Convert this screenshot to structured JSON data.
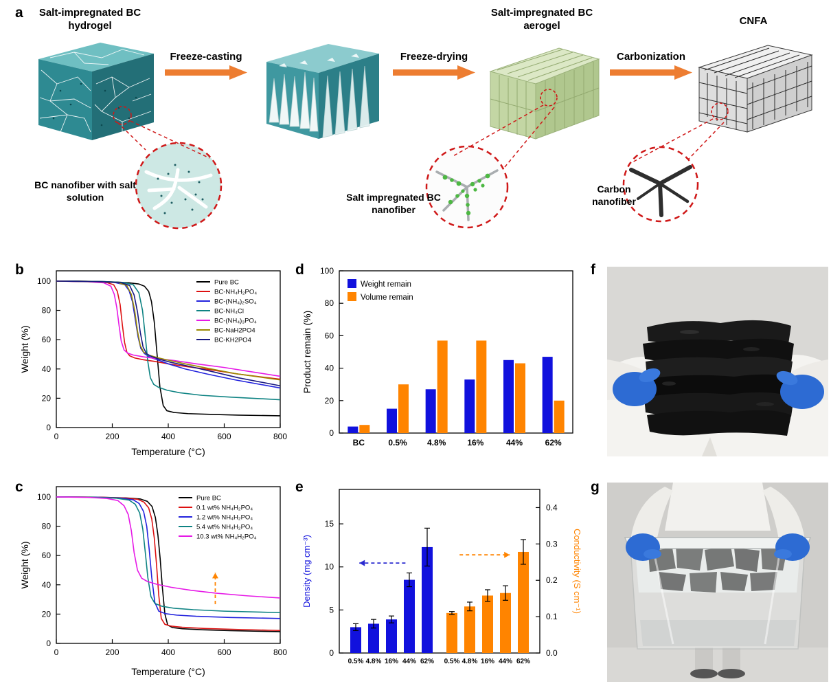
{
  "panel_a": {
    "label": "a",
    "titles": {
      "hydrogel": "Salt-impregnated BC hydrogel",
      "aerogel": "Salt-impregnated BC aerogel",
      "cnfa": "CNFA"
    },
    "arrows": {
      "freeze_casting": "Freeze-casting",
      "freeze_drying": "Freeze-drying",
      "carbonization": "Carbonization"
    },
    "insets": {
      "hydrogel": "BC nanofiber with salt solution",
      "aerogel": "Salt impregnated BC nanofiber",
      "cnfa": "Carbon nanofiber"
    }
  },
  "panel_labels": {
    "b": "b",
    "c": "c",
    "d": "d",
    "e": "e",
    "f": "f",
    "g": "g"
  },
  "chart_data": [
    {
      "id": "b",
      "type": "line",
      "title": "",
      "xlabel": "Temperature (°C)",
      "ylabel": "Weight (%)",
      "xlim": [
        0,
        800
      ],
      "ylim": [
        0,
        107
      ],
      "xticks": [
        0,
        200,
        400,
        600,
        800
      ],
      "yticks": [
        0,
        20,
        40,
        60,
        80,
        100
      ],
      "legend_position": "top-right",
      "series": [
        {
          "name": "Pure BC",
          "color": "#000000",
          "x": [
            0,
            80,
            160,
            220,
            260,
            295,
            315,
            330,
            340,
            350,
            360,
            370,
            382,
            395,
            420,
            470,
            550,
            650,
            800
          ],
          "y": [
            100,
            100,
            99.7,
            99.3,
            98.8,
            98,
            96.5,
            93,
            86,
            72,
            50,
            28,
            15,
            11.5,
            10.3,
            9.5,
            9,
            8.5,
            8
          ]
        },
        {
          "name": "BC-NH₄H₂PO₄",
          "color": "#dd1111",
          "x": [
            0,
            120,
            180,
            205,
            218,
            228,
            236,
            244,
            252,
            262,
            280,
            310,
            350,
            400,
            470,
            550,
            650,
            800
          ],
          "y": [
            100,
            99.6,
            99,
            97.5,
            93,
            84,
            70,
            58,
            51.5,
            49,
            47.5,
            46.3,
            45.2,
            43.5,
            41.5,
            39.5,
            36.5,
            33
          ]
        },
        {
          "name": "BC-(NH₄)₂SO₄",
          "color": "#2222dd",
          "x": [
            0,
            150,
            210,
            245,
            260,
            272,
            282,
            292,
            302,
            315,
            335,
            365,
            400,
            460,
            540,
            640,
            800
          ],
          "y": [
            100,
            99.6,
            99,
            97.5,
            93.5,
            86,
            74,
            62,
            54,
            50.5,
            48,
            46,
            43.5,
            40,
            36.5,
            32.5,
            27
          ]
        },
        {
          "name": "BC-NH₄Cl",
          "color": "#0e8383",
          "x": [
            0,
            170,
            240,
            275,
            295,
            308,
            318,
            327,
            336,
            348,
            365,
            395,
            440,
            520,
            620,
            800
          ],
          "y": [
            100,
            99.7,
            99,
            97.5,
            92,
            80,
            62,
            45,
            34,
            29.5,
            27.5,
            25.5,
            23.8,
            22,
            20.8,
            19
          ]
        },
        {
          "name": "BC-(NH₄)₃PO₄",
          "color": "#e619e6",
          "x": [
            0,
            110,
            170,
            195,
            207,
            216,
            224,
            232,
            242,
            255,
            275,
            310,
            360,
            420,
            500,
            600,
            700,
            800
          ],
          "y": [
            100,
            99.6,
            98.8,
            96.5,
            91,
            82,
            70,
            59,
            53,
            50.8,
            49.5,
            48.3,
            47,
            45.8,
            43.5,
            41,
            38,
            35
          ]
        },
        {
          "name": "BC-NaH2PO4",
          "color": "#9a8a00",
          "x": [
            0,
            150,
            220,
            252,
            268,
            280,
            290,
            300,
            312,
            330,
            360,
            400,
            460,
            540,
            640,
            800
          ],
          "y": [
            100,
            99.6,
            99,
            97,
            91,
            80,
            66,
            56,
            51.5,
            49.5,
            47.8,
            46,
            43.5,
            40.5,
            36.8,
            32.5
          ]
        },
        {
          "name": "BC-KH2PO4",
          "color": "#191980",
          "x": [
            0,
            160,
            230,
            262,
            278,
            290,
            300,
            310,
            322,
            340,
            370,
            410,
            470,
            550,
            650,
            800
          ],
          "y": [
            100,
            99.6,
            99,
            97,
            90.5,
            79,
            65,
            55,
            50.5,
            48.5,
            46.5,
            44.5,
            42,
            38.5,
            34,
            28.5
          ]
        }
      ]
    },
    {
      "id": "c",
      "type": "line",
      "title": "",
      "xlabel": "Temperature (°C)",
      "ylabel": "Weight (%)",
      "xlim": [
        0,
        800
      ],
      "ylim": [
        0,
        107
      ],
      "xticks": [
        0,
        200,
        400,
        600,
        800
      ],
      "yticks": [
        0,
        20,
        40,
        60,
        80,
        100
      ],
      "legend_position": "top-right",
      "series": [
        {
          "name": "Pure BC",
          "color": "#000000",
          "x": [
            0,
            150,
            250,
            300,
            325,
            342,
            354,
            363,
            371,
            379,
            388,
            398,
            415,
            450,
            520,
            620,
            800
          ],
          "y": [
            100,
            99.8,
            99.3,
            98.6,
            97,
            93.5,
            86,
            74,
            58,
            38,
            20,
            12.5,
            10.8,
            10,
            9.3,
            8.7,
            8
          ]
        },
        {
          "name": "0.1 wt% NH₄H₂PO₄",
          "color": "#dd1111",
          "x": [
            0,
            150,
            240,
            290,
            313,
            330,
            341,
            350,
            358,
            366,
            375,
            388,
            410,
            450,
            530,
            650,
            800
          ],
          "y": [
            100,
            99.8,
            99.3,
            98.4,
            96.5,
            92.5,
            85,
            72,
            54,
            33,
            17,
            13,
            11.8,
            11,
            10.2,
            9.5,
            8.8
          ]
        },
        {
          "name": "1.2 wt% NH₄H₂PO₄",
          "color": "#2222dd",
          "x": [
            0,
            140,
            230,
            275,
            296,
            312,
            323,
            332,
            341,
            352,
            366,
            390,
            430,
            500,
            620,
            800
          ],
          "y": [
            100,
            99.8,
            99.2,
            98,
            95.5,
            90,
            80,
            64,
            45,
            28,
            22,
            20.3,
            19.3,
            18.5,
            17.7,
            17
          ]
        },
        {
          "name": "5.4 wt% NH₄H₂PO₄",
          "color": "#0e8383",
          "x": [
            0,
            130,
            215,
            260,
            282,
            298,
            309,
            318,
            327,
            338,
            352,
            378,
            420,
            490,
            600,
            800
          ],
          "y": [
            100,
            99.8,
            99.1,
            97.8,
            95,
            89,
            78,
            62,
            45,
            32,
            27.3,
            25.3,
            24,
            23,
            22,
            21
          ]
        },
        {
          "name": "10.3 wt% NH₄H₂PO₄",
          "color": "#e619e6",
          "x": [
            0,
            110,
            180,
            220,
            242,
            257,
            268,
            278,
            290,
            305,
            325,
            360,
            410,
            480,
            570,
            680,
            800
          ],
          "y": [
            100,
            99.7,
            99,
            97.5,
            94,
            88,
            77,
            62,
            50,
            44.5,
            42.3,
            40.3,
            38.3,
            36.3,
            34.3,
            32.5,
            31
          ]
        }
      ],
      "annotations": [
        {
          "x1": 0.71,
          "y1": 0.75,
          "x2": 0.71,
          "y2": 0.55,
          "color": "#ff8400"
        }
      ]
    },
    {
      "id": "d",
      "type": "grouped_bar",
      "title": "",
      "xlabel": "",
      "ylabel": "Product remain (%)",
      "categories": [
        "BC",
        "0.5%",
        "4.8%",
        "16%",
        "44%",
        "62%"
      ],
      "ylim": [
        0,
        100
      ],
      "yticks": [
        0,
        20,
        40,
        60,
        80,
        100
      ],
      "legend_position": "top-left",
      "series": [
        {
          "name": "Weight remain",
          "color": "#1111dd",
          "values": [
            4,
            15,
            27,
            33,
            45,
            47
          ]
        },
        {
          "name": "Volume remain",
          "color": "#ff8400",
          "values": [
            5,
            30,
            57,
            57,
            43,
            20
          ]
        }
      ]
    },
    {
      "id": "e",
      "type": "dual_bar",
      "title": "",
      "categories": [
        "0.5%",
        "4.8%",
        "16%",
        "44%",
        "62%"
      ],
      "left": {
        "label": "Density (mg cm⁻³)",
        "color": "#1111dd",
        "lim": [
          0,
          19
        ],
        "ticks": [
          0,
          5,
          10,
          15
        ],
        "values": [
          3.0,
          3.4,
          3.9,
          8.5,
          12.3
        ],
        "errors": [
          0.4,
          0.5,
          0.4,
          0.8,
          2.2
        ]
      },
      "right": {
        "label": "Conductivity (S cm⁻¹)",
        "color": "#ff8400",
        "lim": [
          0,
          0.45
        ],
        "ticks": [
          0.0,
          0.1,
          0.2,
          0.3,
          0.4
        ],
        "values": [
          0.11,
          0.128,
          0.158,
          0.165,
          0.278
        ],
        "errors": [
          0.004,
          0.012,
          0.016,
          0.02,
          0.034
        ]
      },
      "annotations": [
        {
          "x1": 0.33,
          "y1": 0.45,
          "x2": 0.1,
          "y2": 0.45,
          "color": "#2a2ad0"
        },
        {
          "x1": 0.6,
          "y1": 0.4,
          "x2": 0.85,
          "y2": 0.4,
          "color": "#ff8400"
        }
      ]
    }
  ]
}
